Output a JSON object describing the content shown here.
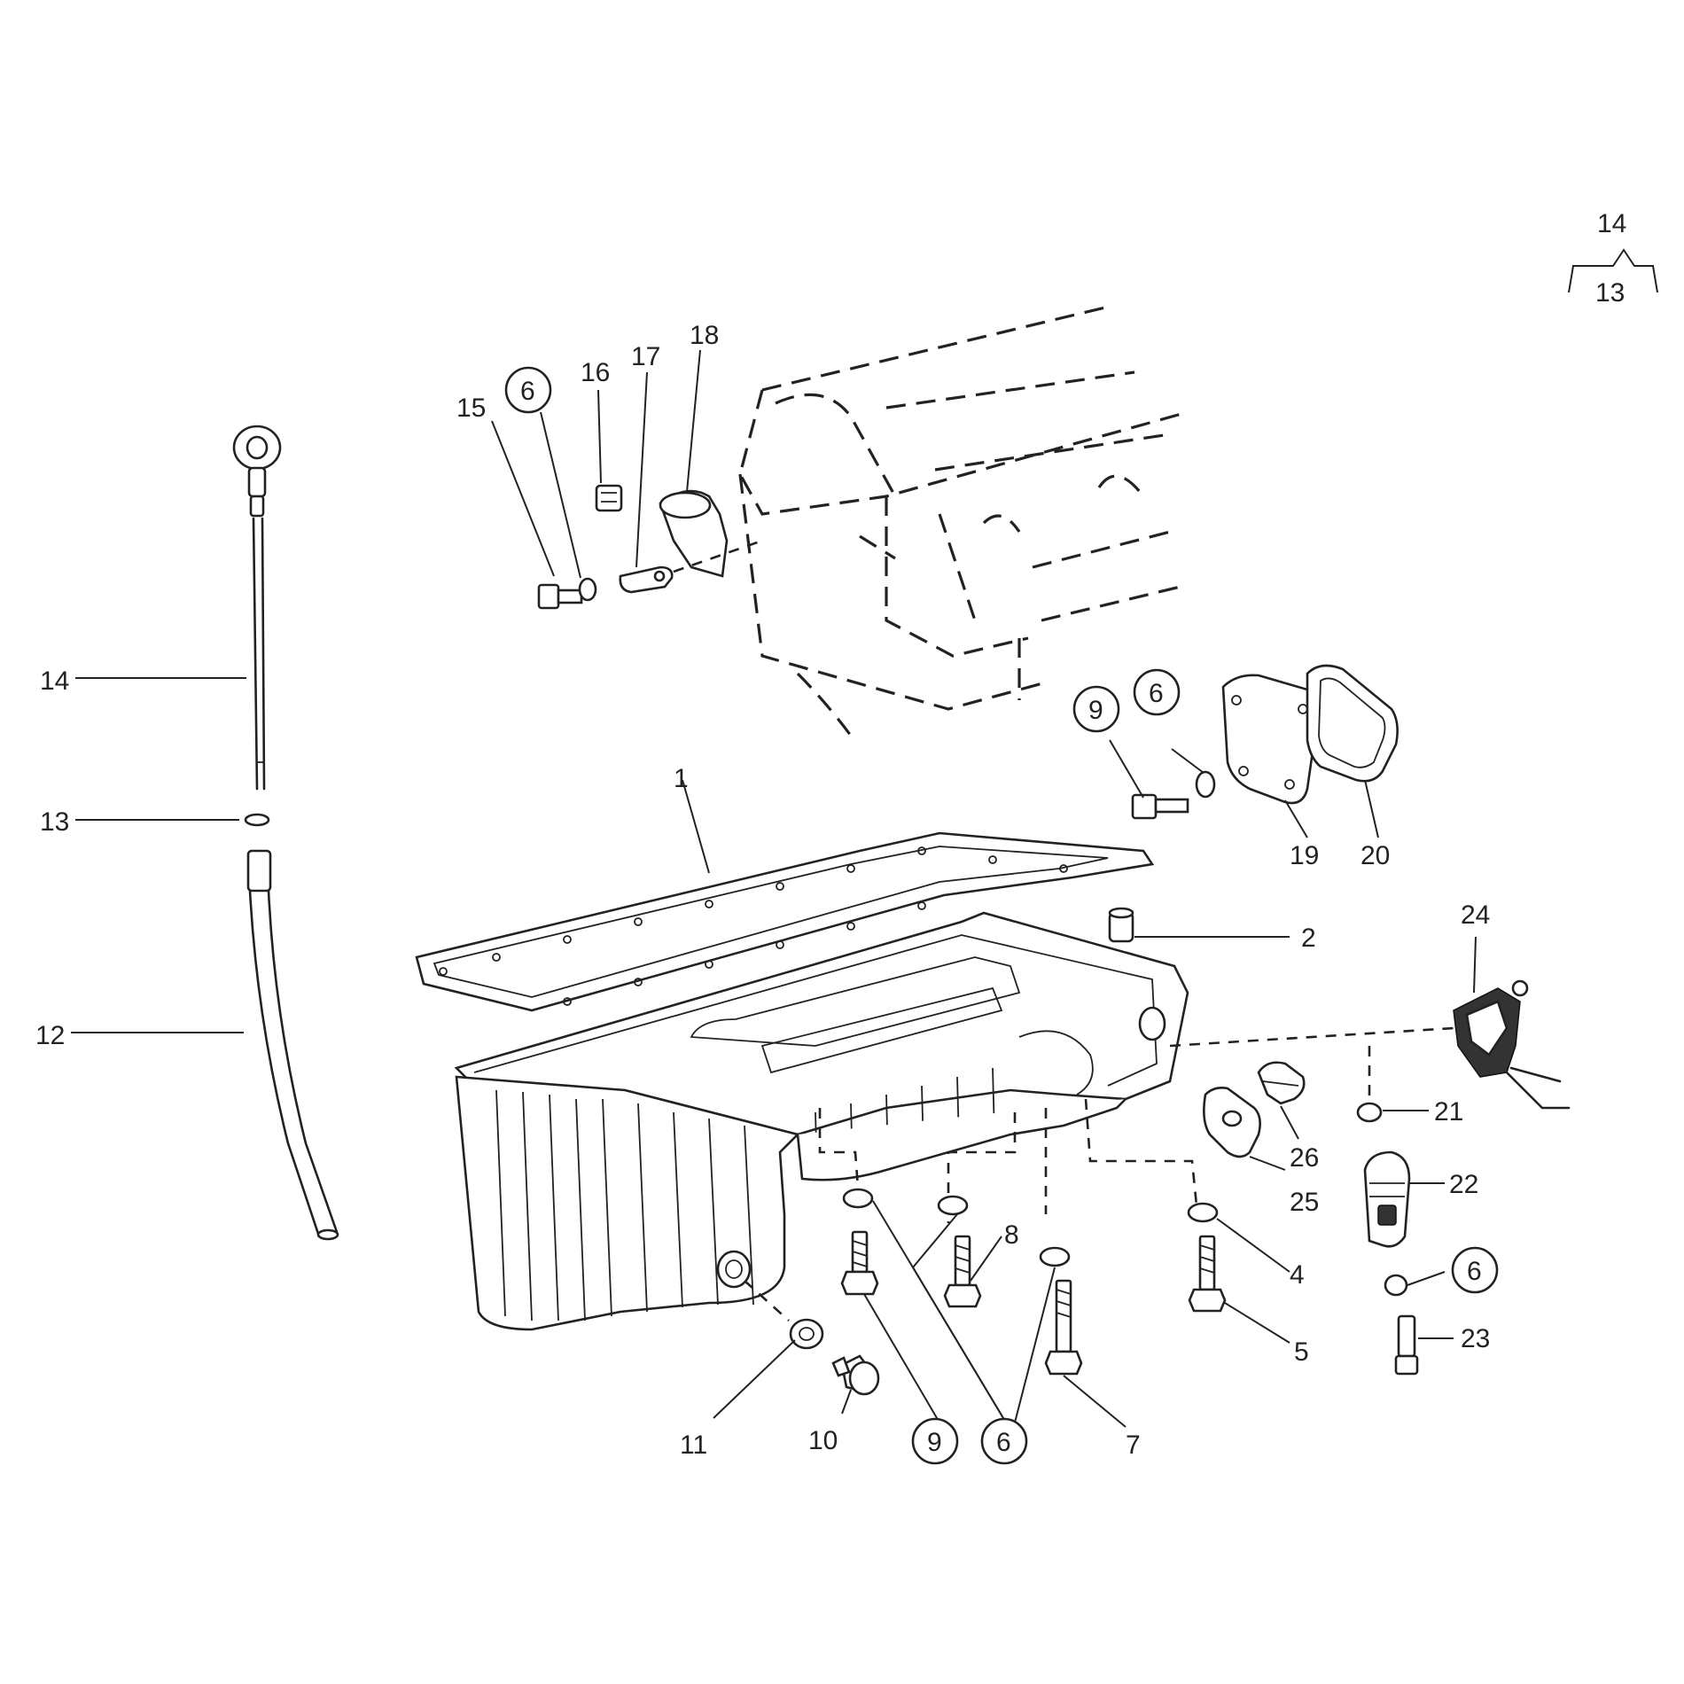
{
  "labels": {
    "l1": "1",
    "l2": "2",
    "l4": "4",
    "l5": "5",
    "l6a": "6",
    "l6b": "6",
    "l6c": "6",
    "l6d": "6",
    "l7": "7",
    "l8": "8",
    "l9a": "9",
    "l9b": "9",
    "l10": "10",
    "l11": "11",
    "l12": "12",
    "l13": "13",
    "l14": "14",
    "l15": "15",
    "l16": "16",
    "l17": "17",
    "l18": "18",
    "l19": "19",
    "l20": "20",
    "l21": "21",
    "l22": "22",
    "l23": "23",
    "l24": "24",
    "l25": "25",
    "l26": "26",
    "key_top": "14",
    "key_bottom": "13"
  }
}
